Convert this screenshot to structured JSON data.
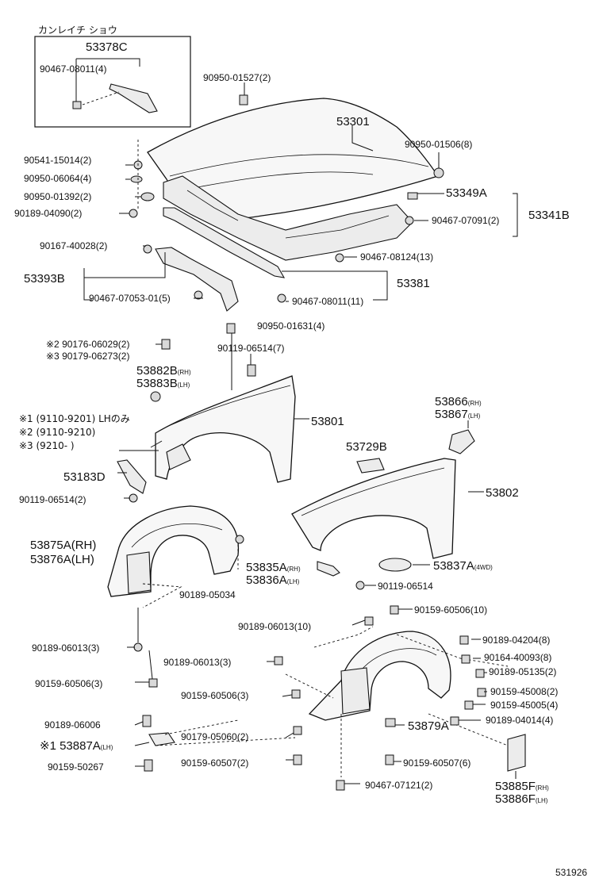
{
  "callout": {
    "title": "カンレイチ ショウ",
    "part": "53378C",
    "fastener": "90467-08011(4)"
  },
  "labels": [
    {
      "id": "p53301",
      "text": "53301",
      "big": true
    },
    {
      "id": "f1527",
      "text": "90950-01527(2)"
    },
    {
      "id": "f1506",
      "text": "90950-01506(8)"
    },
    {
      "id": "f15014",
      "text": "90541-15014(2)"
    },
    {
      "id": "f06064",
      "text": "90950-06064(4)"
    },
    {
      "id": "f01392",
      "text": "90950-01392(2)"
    },
    {
      "id": "f04090",
      "text": "90189-04090(2)"
    },
    {
      "id": "f40028",
      "text": "90167-40028(2)"
    },
    {
      "id": "p53349A",
      "text": "53349A",
      "big": true
    },
    {
      "id": "f07091",
      "text": "90467-07091(2)"
    },
    {
      "id": "p53341B",
      "text": "53341B",
      "big": true
    },
    {
      "id": "f08124",
      "text": "90467-08124(13)"
    },
    {
      "id": "p53393B",
      "text": "53393B",
      "big": true
    },
    {
      "id": "f07053",
      "text": "90467-07053-01(5)"
    },
    {
      "id": "p53381",
      "text": "53381",
      "big": true
    },
    {
      "id": "f08011b",
      "text": "90467-08011(11)"
    },
    {
      "id": "f01631",
      "text": "90950-01631(4)"
    },
    {
      "id": "f06514a",
      "text": "90119-06514(7)"
    },
    {
      "id": "f06029",
      "text": "※2 90176-06029(2)"
    },
    {
      "id": "f06273",
      "text": "※3 90179-06273(2)"
    },
    {
      "id": "p53882B",
      "text": "53882B",
      "sup": "(RH)",
      "big": true
    },
    {
      "id": "p53883B",
      "text": "53883B",
      "sup": "(LH)",
      "big": true
    },
    {
      "id": "p53801",
      "text": "53801",
      "big": true
    },
    {
      "id": "n1",
      "text": "※1 (9110-9201) LHのみ",
      "note": true
    },
    {
      "id": "n2",
      "text": "※2 (9110-9210)",
      "note": true
    },
    {
      "id": "n3",
      "text": "※3 (9210-        )",
      "note": true
    },
    {
      "id": "p53866",
      "text": "53866",
      "sup": "(RH)",
      "big": true
    },
    {
      "id": "p53867",
      "text": "53867",
      "sup": "(LH)",
      "big": true
    },
    {
      "id": "p53729B",
      "text": "53729B",
      "big": true
    },
    {
      "id": "p53802",
      "text": "53802",
      "big": true
    },
    {
      "id": "p53183D",
      "text": "53183D",
      "big": true
    },
    {
      "id": "f06514b",
      "text": "90119-06514(2)"
    },
    {
      "id": "p53875A",
      "text": "53875A(RH)",
      "big": true
    },
    {
      "id": "p53876A",
      "text": "53876A(LH)",
      "big": true
    },
    {
      "id": "p53835A",
      "text": "53835A",
      "sup": "(RH)",
      "big": true
    },
    {
      "id": "p53836A",
      "text": "53836A",
      "sup": "(LH)",
      "big": true
    },
    {
      "id": "p53837A",
      "text": "53837A",
      "sup": "(4WD)",
      "big": true
    },
    {
      "id": "f05034",
      "text": "90189-05034"
    },
    {
      "id": "f06514c",
      "text": "90119-06514"
    },
    {
      "id": "f60506a",
      "text": "90159-60506(10)"
    },
    {
      "id": "f06013a",
      "text": "90189-06013(10)"
    },
    {
      "id": "f06013b",
      "text": "90189-06013(3)"
    },
    {
      "id": "f04204",
      "text": "90189-04204(8)"
    },
    {
      "id": "f06013c",
      "text": "90189-06013(3)"
    },
    {
      "id": "f40093",
      "text": "90164-40093(8)"
    },
    {
      "id": "f05135",
      "text": "90189-05135(2)"
    },
    {
      "id": "f60506b",
      "text": "90159-60506(3)"
    },
    {
      "id": "f60506c",
      "text": "90159-60506(3)"
    },
    {
      "id": "f45008",
      "text": "90159-45008(2)"
    },
    {
      "id": "f45005",
      "text": "90159-45005(4)"
    },
    {
      "id": "f04014",
      "text": "90189-04014(4)"
    },
    {
      "id": "f06006",
      "text": "90189-06006"
    },
    {
      "id": "p53879A",
      "text": "53879A",
      "big": true
    },
    {
      "id": "p53887A",
      "text": "※1 53887A",
      "sup": "(LH)",
      "big": true
    },
    {
      "id": "f05060",
      "text": "90179-05060(2)"
    },
    {
      "id": "f50267",
      "text": "90159-50267"
    },
    {
      "id": "f60507a",
      "text": "90159-60507(2)"
    },
    {
      "id": "f60507b",
      "text": "90159-60507(6)"
    },
    {
      "id": "f07121",
      "text": "90467-07121(2)"
    },
    {
      "id": "p53885F",
      "text": "53885F",
      "sup": "(RH)",
      "big": true
    },
    {
      "id": "p53886F",
      "text": "53886F",
      "sup": "(LH)",
      "big": true
    }
  ],
  "footer": {
    "code": "531926"
  }
}
